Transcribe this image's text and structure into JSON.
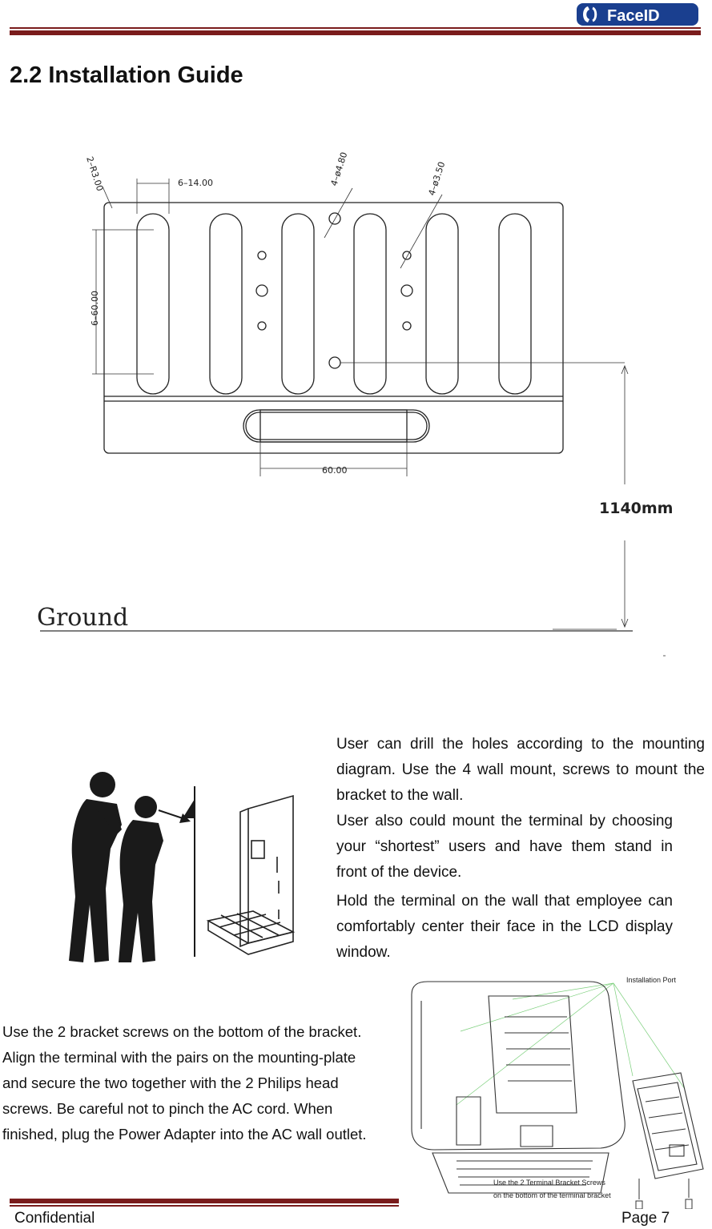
{
  "header": {
    "logo_text": "FaceID"
  },
  "section": {
    "title": "2.2 Installation Guide"
  },
  "drawing": {
    "labels": {
      "radius": "2–R3.00",
      "slot_width": "6–14.00",
      "hole_a": "4–ø4.80",
      "hole_b": "4–ø3.50",
      "slot_length": "6–60.00",
      "bottom_slot": "60.00",
      "height": "1140mm",
      "ground": "Ground"
    }
  },
  "paragraphs": {
    "drill": "User can drill the holes according to the mounting diagram. Use the 4 wall mount, screws to mount the bracket to the wall.",
    "choose": "User also could mount the terminal by choosing your “shortest” users and have them stand in front of the device.",
    "hold": "Hold the terminal on the wall that employee can comfortably center their face in the LCD display window.",
    "bracket": "Use the 2 bracket screws on the bottom of the bracket. Align the terminal with the pairs on the mounting-plate and secure the two together with the 2 Philips head screws. Be careful not to pinch the AC cord. When finished, plug the Power Adapter into the AC wall outlet."
  },
  "terminal_figure": {
    "port_label": "Installation Port",
    "screw_label_1": "Use the 2 Terminal Bracket Screws",
    "screw_label_2": "on the bottom of the terminal bracket"
  },
  "footer": {
    "left": "Confidential",
    "right": "Page 7"
  },
  "colors": {
    "rule": "#7a1c1c",
    "logo_bg": "#1a3f8f"
  }
}
